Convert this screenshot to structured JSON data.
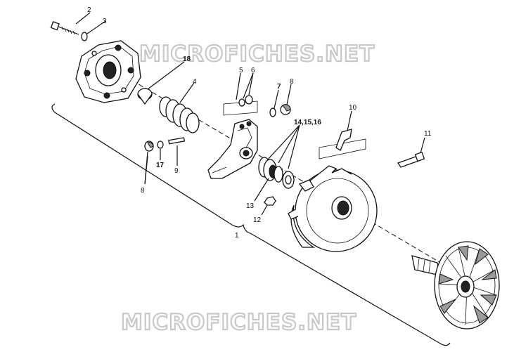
{
  "watermarks": [
    "MICROFICHES.NET",
    "MICROFICHES.NET"
  ],
  "callouts": {
    "c1": "1",
    "c2": "2",
    "c3": "3",
    "c4": "4",
    "c5": "5",
    "c6": "6",
    "c7": "7",
    "c8a": "8",
    "c8b": "8",
    "c9": "9",
    "c10": "10",
    "c11": "11",
    "c12": "12",
    "c13": "13",
    "c141516": "14,15,16",
    "c17": "17",
    "c18": "18"
  }
}
